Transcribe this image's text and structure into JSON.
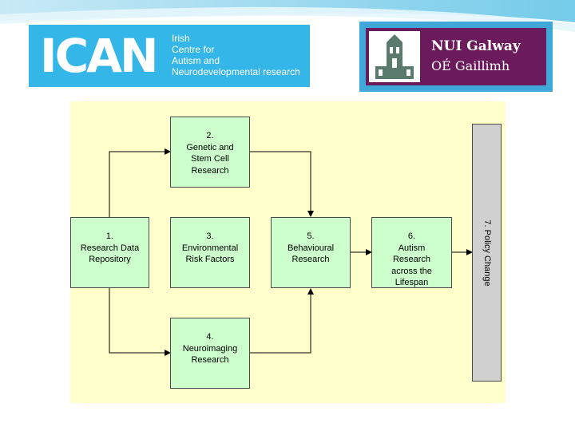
{
  "logos": {
    "ican": {
      "wordmark": "ICAN",
      "tagline": [
        "Irish",
        "Centre for",
        "Autism and",
        "Neurodevelopmental research"
      ]
    },
    "nui": {
      "line1": "NUI Galway",
      "line2": "OÉ Gaillimh"
    }
  },
  "diagram": {
    "boxes": [
      {
        "id": "1",
        "lines": [
          "1.",
          "Research Data",
          "Repository"
        ]
      },
      {
        "id": "2",
        "lines": [
          "2.",
          "Genetic and",
          "Stem Cell",
          "Research"
        ]
      },
      {
        "id": "3",
        "lines": [
          "3.",
          "Environmental",
          "Risk Factors"
        ]
      },
      {
        "id": "4",
        "lines": [
          "4.",
          "Neuroimaging",
          "Research"
        ]
      },
      {
        "id": "5",
        "lines": [
          "5.",
          "Behavioural",
          "Research"
        ]
      },
      {
        "id": "6",
        "lines": [
          "6.",
          "Autism",
          "Research",
          "across the",
          "Lifespan"
        ]
      }
    ],
    "policy": {
      "label": "7. Policy Change"
    },
    "edges": [
      {
        "from": "1",
        "to": "2"
      },
      {
        "from": "1",
        "to": "4"
      },
      {
        "from": "2",
        "to": "5"
      },
      {
        "from": "4",
        "to": "5"
      },
      {
        "from": "5",
        "to": "6"
      },
      {
        "from": "6",
        "to": "7"
      }
    ]
  },
  "colors": {
    "panel": "#ffffcc",
    "box_fill": "#ccffcc",
    "policy_fill": "#d0d0d0",
    "ican_blue": "#35b6e8",
    "nui_purple": "#6b1a5c"
  }
}
